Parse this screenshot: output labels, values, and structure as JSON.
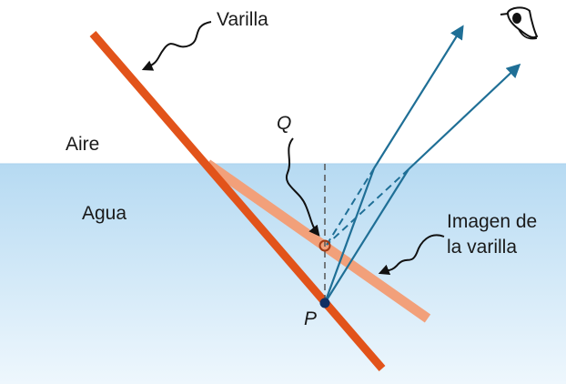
{
  "labels": {
    "rod": "Varilla",
    "air": "Aire",
    "water": "Agua",
    "point_q": "Q",
    "point_p": "P",
    "image_line1": "Imagen de",
    "image_line2": "la varilla"
  },
  "colors": {
    "rod": "#e2531a",
    "rod_image": "#f2a07a",
    "ray": "#1f6f96",
    "point": "#0f2f63",
    "water_top": "#b6daf2",
    "water_bottom": "#eaf5fc",
    "normal": "#555555"
  },
  "icons": {
    "observer": "eye-icon"
  }
}
